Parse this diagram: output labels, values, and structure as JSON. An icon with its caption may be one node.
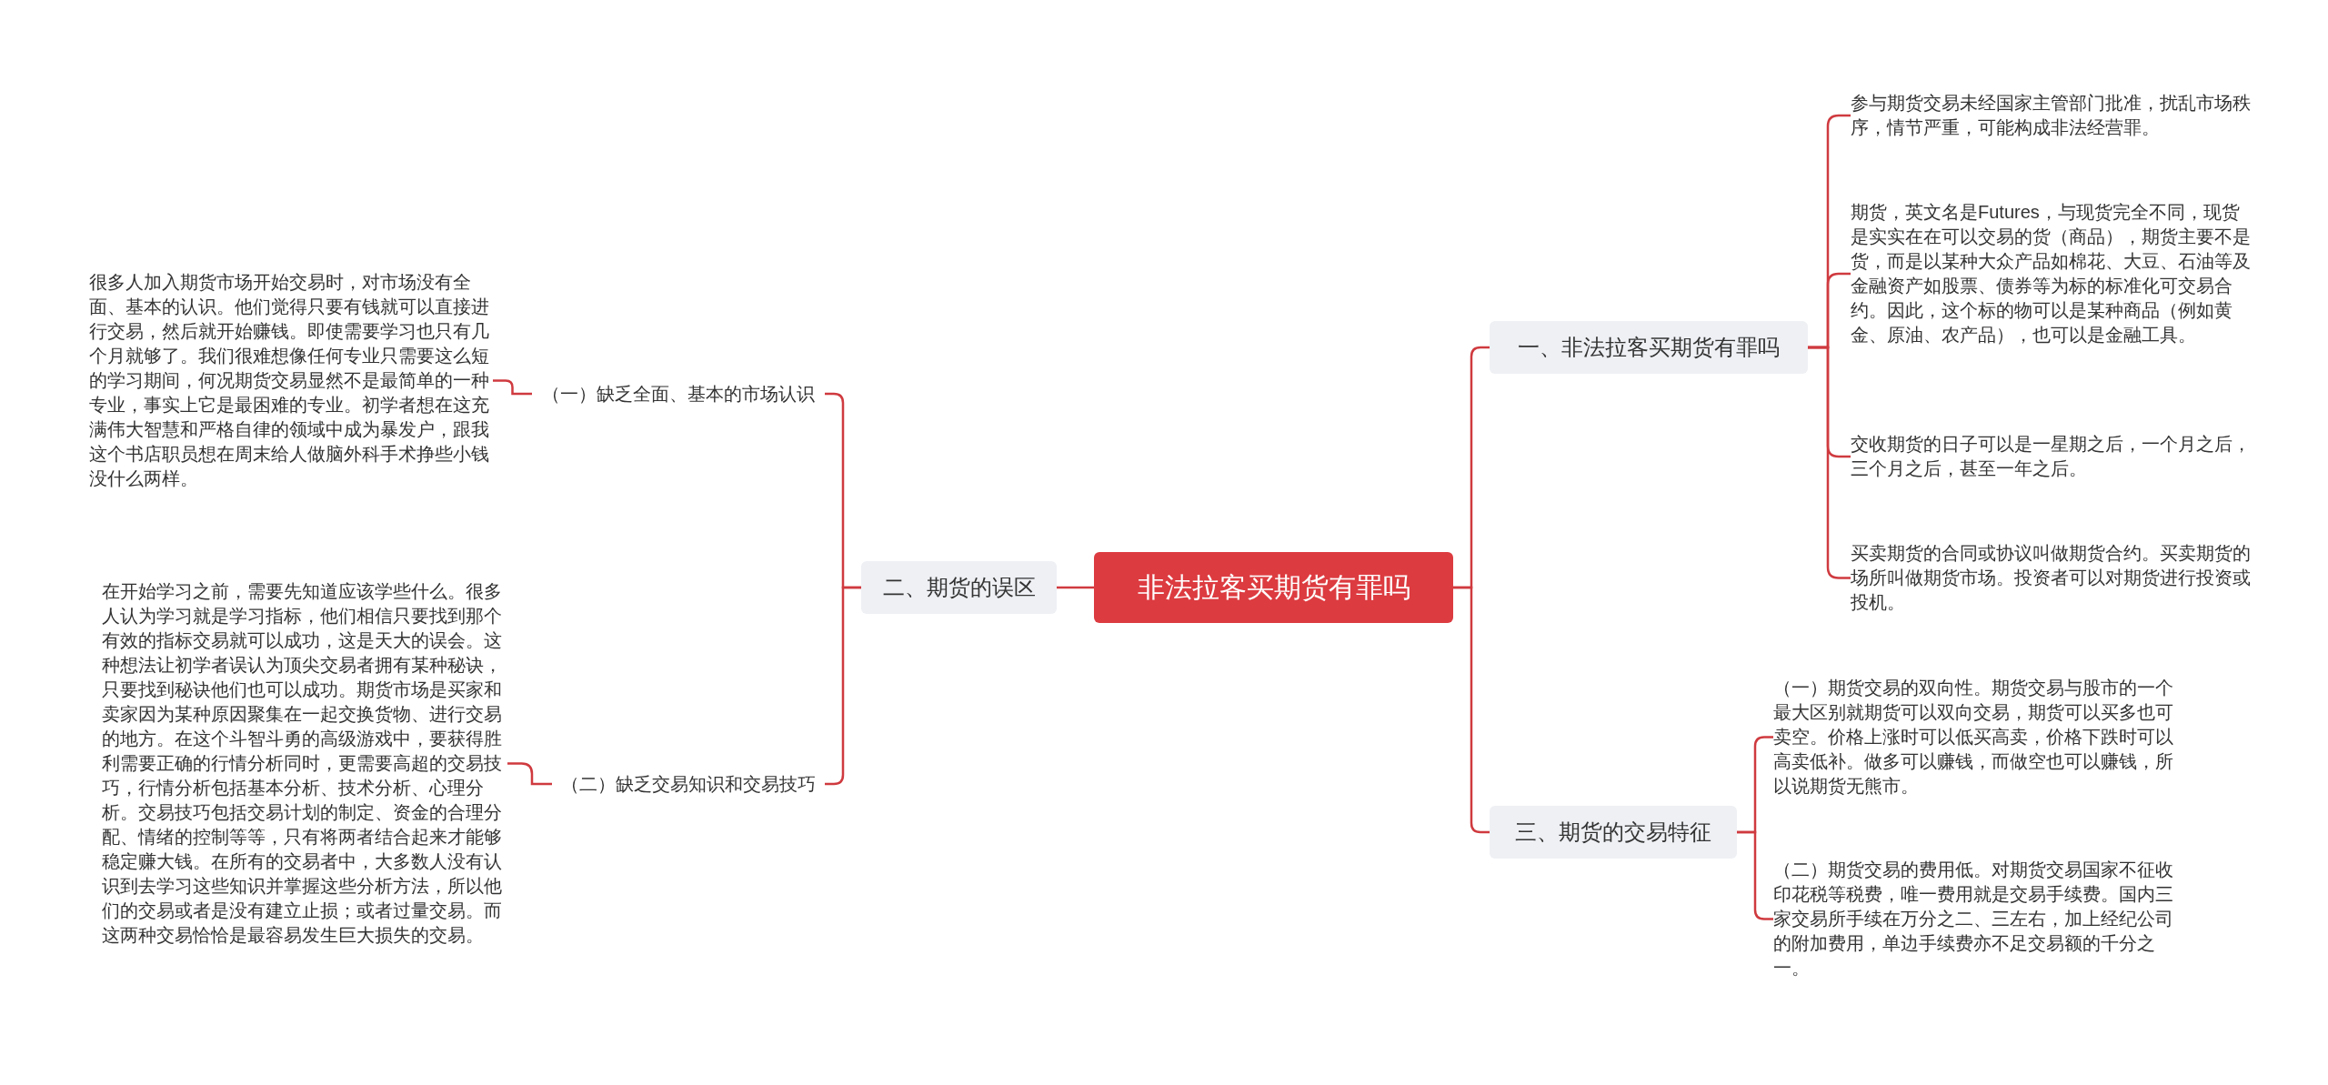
{
  "diagram": {
    "nodes": [
      {
        "text": [
          "非法拉客买期货有罪吗"
        ]
      },
      {
        "text": [
          "一、非法拉客买期货有罪吗"
        ]
      },
      {
        "text": [
          "参与期货交易未经国家主管部门批准，扰乱市场秩序，情节严重，可能构成非法经营罪。"
        ]
      },
      {
        "text": [
          "期货，英文名是Futures，与现货完全不同，现货是实实在在可以交易的货（商品），期货主要不是货，而是以某种大众产品如棉花、大豆、石油等及金融资产如股票、债券等为标的标准化可交易合约。因此，这个标的物可以是某种商品（例如黄金、原油、农产品），也可以是金融工具。"
        ]
      },
      {
        "text": [
          "交收期货的日子可以是一星期之后，一个月之后，三个月之后，甚至一年之后。"
        ]
      },
      {
        "text": [
          "买卖期货的合同或协议叫做期货合约。买卖期货的场所叫做期货市场。投资者可以对期货进行投资或投机。"
        ]
      },
      {
        "text": [
          "三、期货的交易特征"
        ]
      },
      {
        "text": [
          "（一）期货交易的双向性。期货交易与股市的一个最大区别就期货可以双向交易，期货可以买多也可卖空。价格上涨时可以低买高卖，价格下跌时可以高卖低补。做多可以赚钱，而做空也可以赚钱，所以说期货无熊市。"
        ]
      },
      {
        "text": [
          "（二）期货交易的费用低。对期货交易国家不征收印花税等税费，唯一费用就是交易手续费。国内三家交易所手续在万分之二、三左右，加上经纪公司的附加费用，单边手续费亦不足交易额的千分之一。"
        ]
      },
      {
        "text": [
          "二、期货的误区"
        ]
      },
      {
        "text": [
          "（一）缺乏全面、基本的市场认识"
        ]
      },
      {
        "text": [
          "很多人加入期货市场开始交易时，对市场没有全面、基本的认识。他们觉得只要有钱就可以直接进行交易，然后就开始赚钱。即使需要学习也只有几个月就够了。我们很难想像任何专业只需要这么短的学习期间，何况期货交易显然不是最简单的一种专业，事实上它是最困难的专业。初学者想在这充满伟大智慧和严格自律的领域中成为暴发户，跟我这个书店职员想在周末给人做脑外科手术挣些小钱没什么两样。"
        ]
      },
      {
        "text": [
          "（二）缺乏交易知识和交易技巧"
        ]
      },
      {
        "text": [
          "在开始学习之前，需要先知道应该学些什么。很多人认为学习就是学习指标，他们相信只要找到那个有效的指标交易就可以成功，这是天大的误会。这种想法让初学者误认为顶尖交易者拥有某种秘诀，只要找到秘诀他们也可以成功。期货市场是买家和卖家因为某种原因聚集在一起交换货物、进行交易的地方。在这个斗智斗勇的高级游戏中，要获得胜利需要正确的行情分析同时，更需要高超的交易技巧，行情分析包括基本分析、技术分析、心理分析。交易技巧包括交易计划的制定、资金的合理分配、情绪的控制等等，只有将两者结合起来才能够稳定赚大钱。在所有的交易者中，大多数人没有认识到去学习这些知识并掌握这些分析方法，所以他们的交易或者是没有建立止损；或者过量交易。而这两种交易恰恰是最容易发生巨大损失的交易。"
        ]
      }
    ],
    "edges": [
      {
        "from": 0,
        "to": 1,
        "arrow": "none"
      },
      {
        "from": 1,
        "to": 2,
        "arrow": "none"
      },
      {
        "from": 1,
        "to": 3,
        "arrow": "none"
      },
      {
        "from": 1,
        "to": 4,
        "arrow": "none"
      },
      {
        "from": 1,
        "to": 5,
        "arrow": "none"
      },
      {
        "from": 0,
        "to": 6,
        "arrow": "none"
      },
      {
        "from": 6,
        "to": 7,
        "arrow": "none"
      },
      {
        "from": 6,
        "to": 8,
        "arrow": "none"
      },
      {
        "from": 0,
        "to": 9,
        "arrow": "none"
      },
      {
        "from": 9,
        "to": 10,
        "arrow": "none"
      },
      {
        "from": 10,
        "to": 11,
        "arrow": "none"
      },
      {
        "from": 9,
        "to": 12,
        "arrow": "none"
      },
      {
        "from": 12,
        "to": 13,
        "arrow": "none"
      }
    ]
  }
}
